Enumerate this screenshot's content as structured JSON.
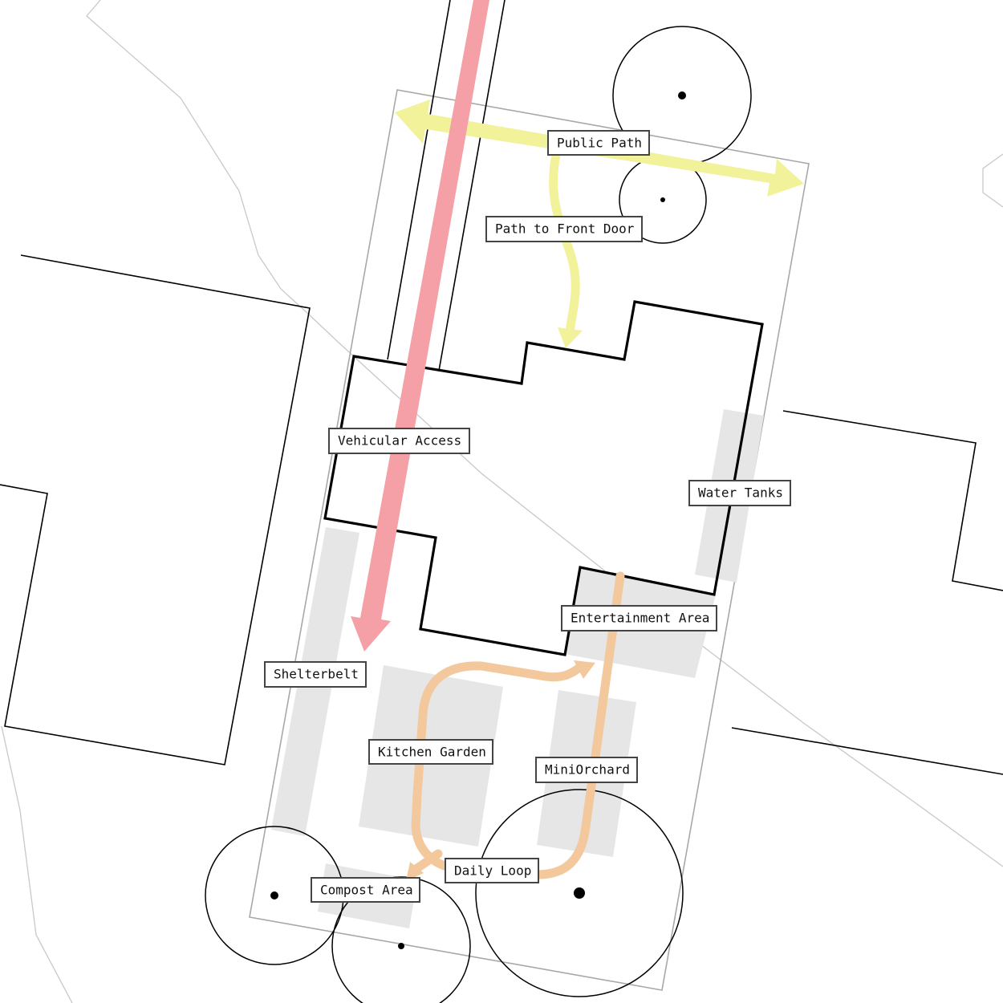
{
  "colors": {
    "vehicular": "#f4a0a6",
    "public_path": "#f2f29a",
    "daily_loop": "#f2c89c",
    "zone_fill": "#e6e6e6",
    "boundary": "#a8a8a8",
    "building": "#000000"
  },
  "labels": {
    "public_path": "Public Path",
    "path_front_door": "Path to Front Door",
    "vehicular_access": "Vehicular Access",
    "water_tanks": "Water Tanks",
    "entertainment_area": "Entertainment Area",
    "shelterbelt": "Shelterbelt",
    "kitchen_garden": "Kitchen Garden",
    "mini_orchard": "MiniOrchard",
    "daily_loop": "Daily Loop",
    "compost_area": "Compost Area"
  }
}
